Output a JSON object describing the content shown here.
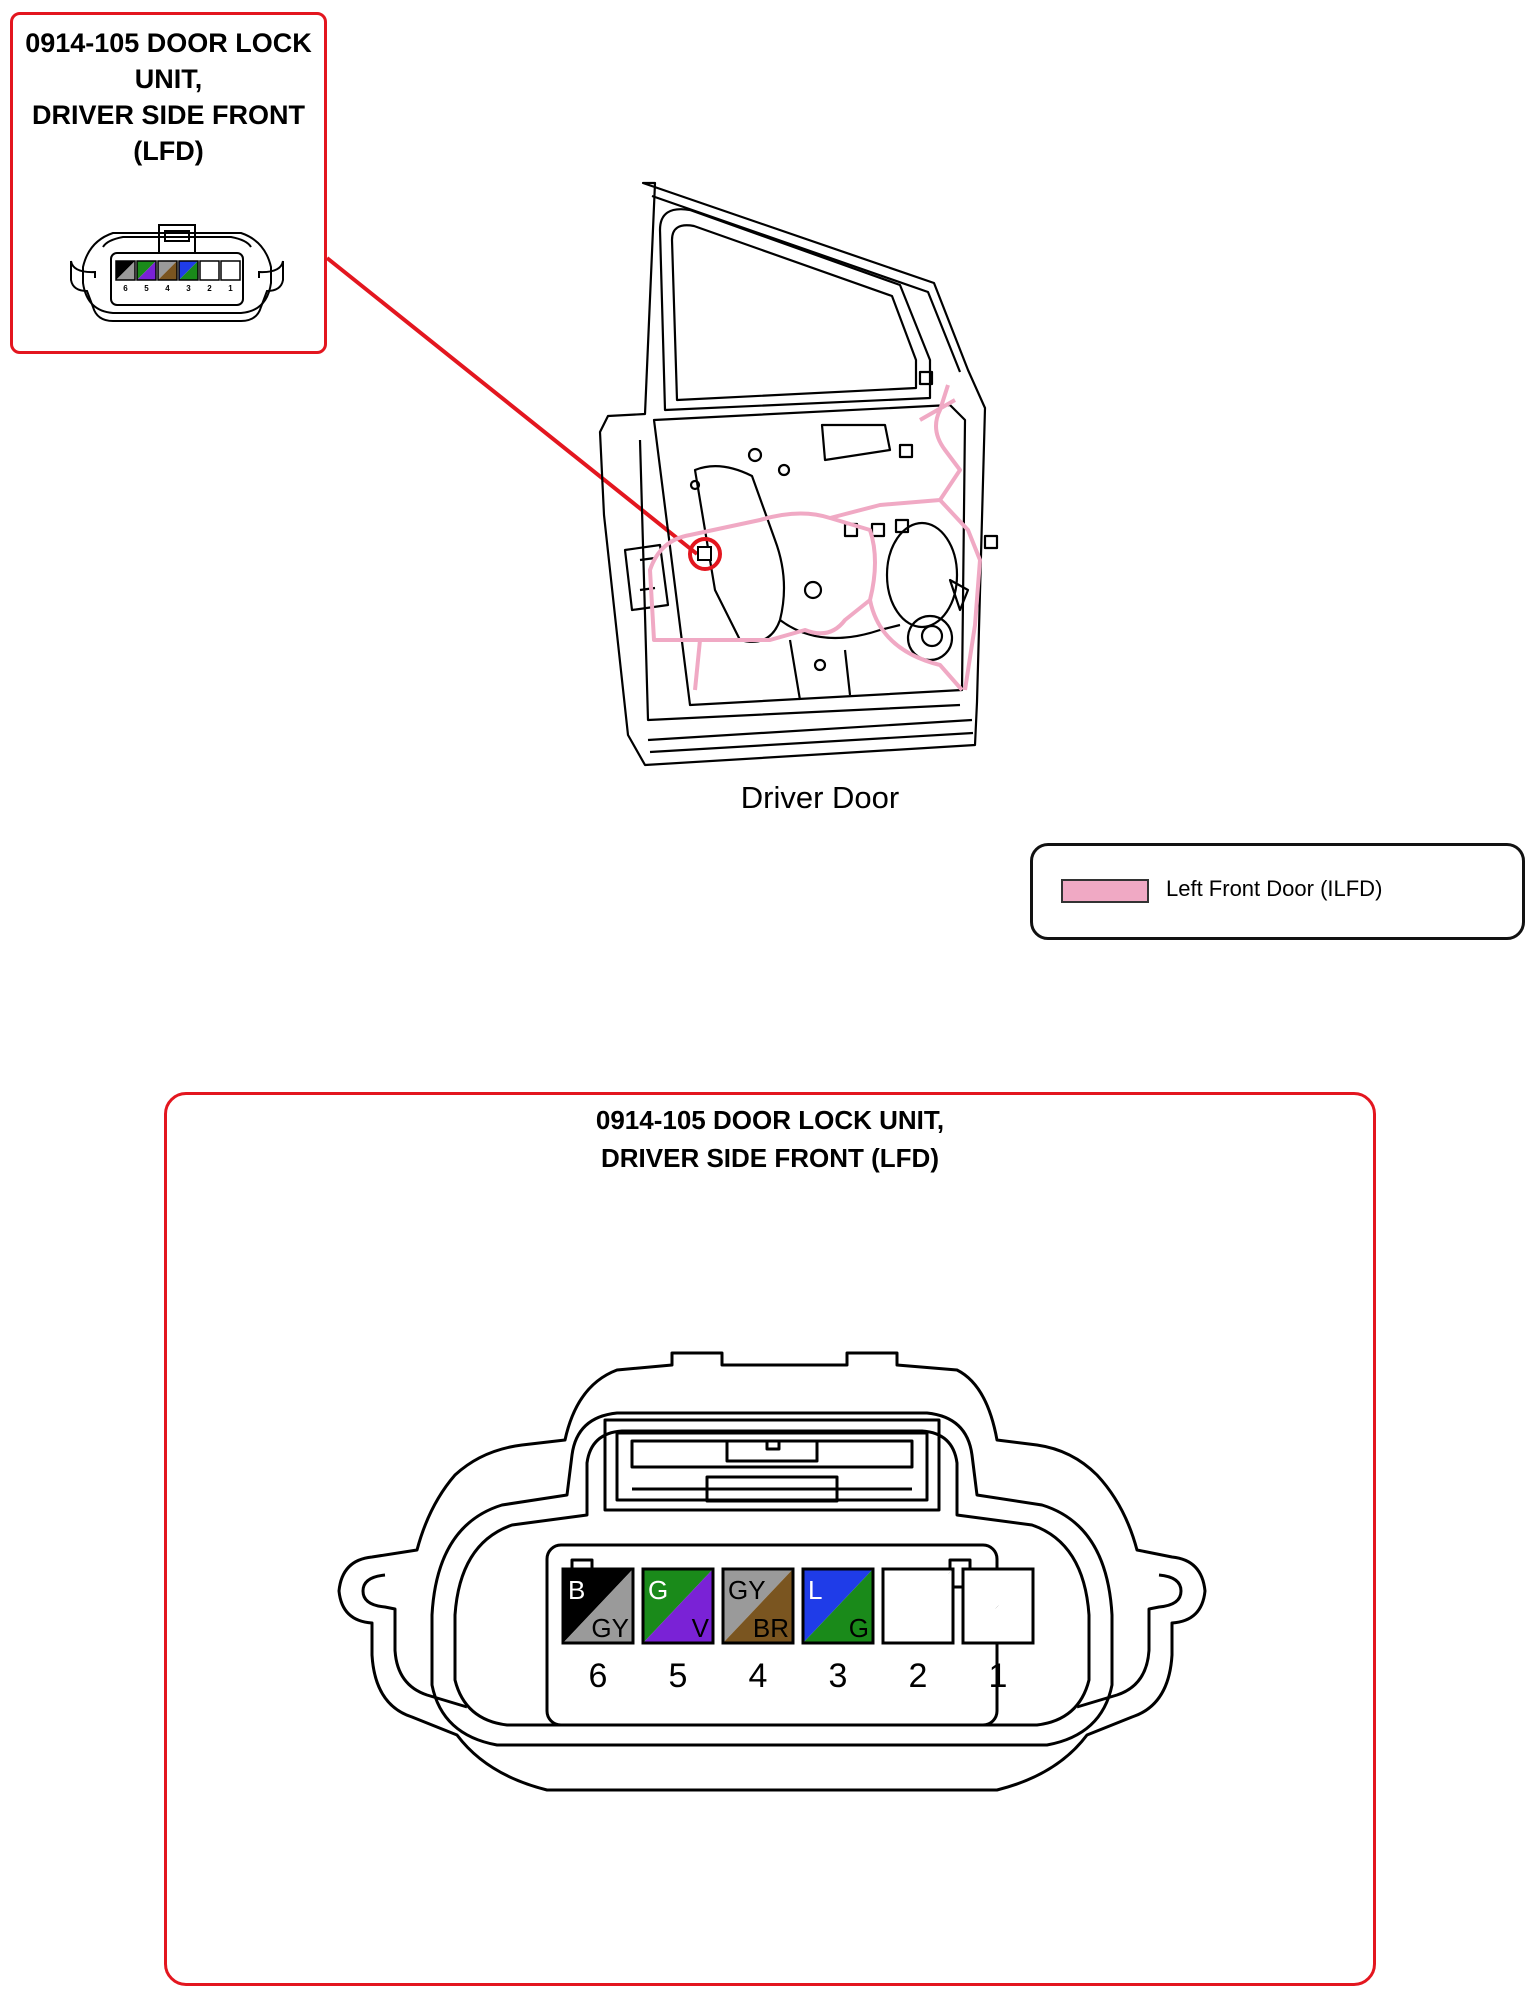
{
  "inset": {
    "title": "0914-105 DOOR LOCK\nUNIT,\nDRIVER SIDE FRONT\n(LFD)"
  },
  "door_caption": "Driver Door",
  "legend": {
    "label": "Left Front Door (ILFD)",
    "color": "#f0a9c4"
  },
  "detail": {
    "title": "0914-105 DOOR LOCK UNIT,\nDRIVER SIDE FRONT (LFD)"
  },
  "colors": {
    "highlight": "#e3161f",
    "harness": "#f0a9c4"
  },
  "pins": [
    {
      "number": "6",
      "top_code": "B",
      "bottom_code": "GY",
      "top_color": "#000000",
      "bottom_color": "#9a9a9a",
      "top_text": "#ffffff",
      "bottom_text": "#000000"
    },
    {
      "number": "5",
      "top_code": "G",
      "bottom_code": "V",
      "top_color": "#1a8a1a",
      "bottom_color": "#7a22d6",
      "top_text": "#ffffff",
      "bottom_text": "#000000"
    },
    {
      "number": "4",
      "top_code": "GY",
      "bottom_code": "BR",
      "top_color": "#9a9a9a",
      "bottom_color": "#7a5520",
      "top_text": "#000000",
      "bottom_text": "#000000"
    },
    {
      "number": "3",
      "top_code": "L",
      "bottom_code": "G",
      "top_color": "#1f3ce8",
      "bottom_color": "#1a8a1a",
      "top_text": "#ffffff",
      "bottom_text": "#000000"
    },
    {
      "number": "2",
      "top_code": "",
      "bottom_code": "",
      "top_color": "#ffffff",
      "bottom_color": "#ffffff",
      "top_text": "#000000",
      "bottom_text": "#000000"
    },
    {
      "number": "1",
      "top_code": "",
      "bottom_code": "",
      "top_color": "#ffffff",
      "bottom_color": "#ffffff",
      "top_text": "#000000",
      "bottom_text": "#000000"
    }
  ]
}
